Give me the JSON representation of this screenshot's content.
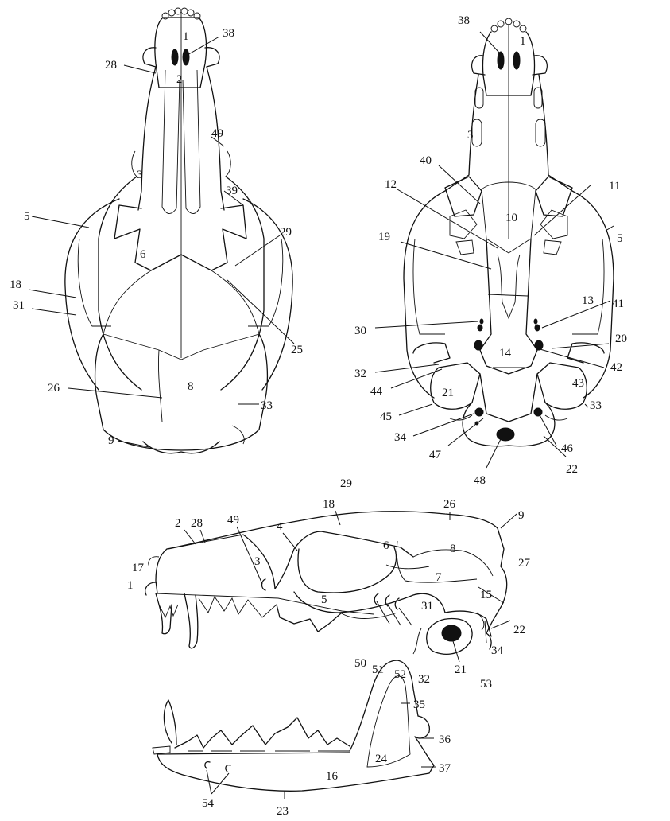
{
  "views": {
    "dorsal": {
      "labels": [
        {
          "id": "d1",
          "text": "1"
        },
        {
          "id": "d2",
          "text": "2"
        },
        {
          "id": "d3",
          "text": "3"
        },
        {
          "id": "d5",
          "text": "5"
        },
        {
          "id": "d6",
          "text": "6"
        },
        {
          "id": "d8",
          "text": "8"
        },
        {
          "id": "d9",
          "text": "9"
        },
        {
          "id": "d18",
          "text": "18"
        },
        {
          "id": "d25",
          "text": "25"
        },
        {
          "id": "d26",
          "text": "26"
        },
        {
          "id": "d28",
          "text": "28"
        },
        {
          "id": "d29",
          "text": "29"
        },
        {
          "id": "d31",
          "text": "31"
        },
        {
          "id": "d33",
          "text": "33"
        },
        {
          "id": "d38",
          "text": "38"
        },
        {
          "id": "d39",
          "text": "39"
        },
        {
          "id": "d49",
          "text": "49"
        }
      ]
    },
    "ventral": {
      "labels": [
        {
          "id": "v1",
          "text": "1"
        },
        {
          "id": "v3",
          "text": "3"
        },
        {
          "id": "v5",
          "text": "5"
        },
        {
          "id": "v10",
          "text": "10"
        },
        {
          "id": "v11",
          "text": "11"
        },
        {
          "id": "v12",
          "text": "12"
        },
        {
          "id": "v13",
          "text": "13"
        },
        {
          "id": "v14",
          "text": "14"
        },
        {
          "id": "v19",
          "text": "19"
        },
        {
          "id": "v20",
          "text": "20"
        },
        {
          "id": "v21",
          "text": "21"
        },
        {
          "id": "v22",
          "text": "22"
        },
        {
          "id": "v30",
          "text": "30"
        },
        {
          "id": "v32",
          "text": "32"
        },
        {
          "id": "v33",
          "text": "33"
        },
        {
          "id": "v34",
          "text": "34"
        },
        {
          "id": "v38",
          "text": "38"
        },
        {
          "id": "v40",
          "text": "40"
        },
        {
          "id": "v41",
          "text": "41"
        },
        {
          "id": "v42",
          "text": "42"
        },
        {
          "id": "v43",
          "text": "43"
        },
        {
          "id": "v44",
          "text": "44"
        },
        {
          "id": "v45",
          "text": "45"
        },
        {
          "id": "v46",
          "text": "46"
        },
        {
          "id": "v47",
          "text": "47"
        },
        {
          "id": "v48",
          "text": "48"
        }
      ]
    },
    "lateral": {
      "labels": [
        {
          "id": "l1",
          "text": "1"
        },
        {
          "id": "l2",
          "text": "2"
        },
        {
          "id": "l3",
          "text": "3"
        },
        {
          "id": "l4",
          "text": "4"
        },
        {
          "id": "l5",
          "text": "5"
        },
        {
          "id": "l6",
          "text": "6"
        },
        {
          "id": "l7",
          "text": "7"
        },
        {
          "id": "l8",
          "text": "8"
        },
        {
          "id": "l9",
          "text": "9"
        },
        {
          "id": "l15",
          "text": "15"
        },
        {
          "id": "l17",
          "text": "17"
        },
        {
          "id": "l18",
          "text": "18"
        },
        {
          "id": "l21",
          "text": "21"
        },
        {
          "id": "l22",
          "text": "22"
        },
        {
          "id": "l26",
          "text": "26"
        },
        {
          "id": "l27",
          "text": "27"
        },
        {
          "id": "l28",
          "text": "28"
        },
        {
          "id": "l29",
          "text": "29"
        },
        {
          "id": "l31",
          "text": "31"
        },
        {
          "id": "l32",
          "text": "32"
        },
        {
          "id": "l34",
          "text": "34"
        },
        {
          "id": "l49",
          "text": "49"
        },
        {
          "id": "l50",
          "text": "50"
        },
        {
          "id": "l51",
          "text": "51"
        },
        {
          "id": "l52",
          "text": "52"
        },
        {
          "id": "l53",
          "text": "53"
        }
      ]
    },
    "mandible": {
      "labels": [
        {
          "id": "m16",
          "text": "16"
        },
        {
          "id": "m23",
          "text": "23"
        },
        {
          "id": "m24",
          "text": "24"
        },
        {
          "id": "m35",
          "text": "35"
        },
        {
          "id": "m36",
          "text": "36"
        },
        {
          "id": "m37",
          "text": "37"
        },
        {
          "id": "m54",
          "text": "54"
        }
      ]
    }
  }
}
